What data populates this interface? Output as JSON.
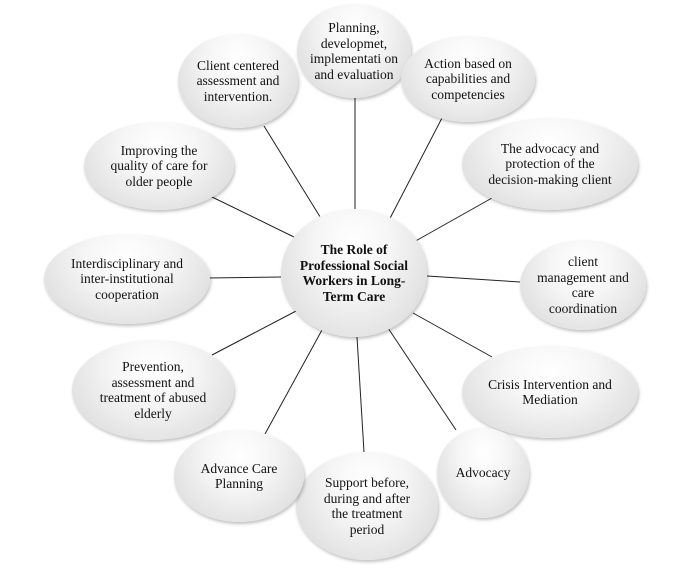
{
  "diagram": {
    "center": {
      "label": "The Role of Professional Social Workers in Long-Term Care"
    },
    "nodes": [
      {
        "label": "Planning, developmet, implementati on and evaluation"
      },
      {
        "label": "Action based on capabilities and competencies"
      },
      {
        "label": "The advocacy and protection of the decision-making client"
      },
      {
        "label": "client management and care coordination"
      },
      {
        "label": "Crisis Intervention and Mediation"
      },
      {
        "label": "Advocacy"
      },
      {
        "label": "Support before, during and after the treatment period"
      },
      {
        "label": "Advance Care Planning"
      },
      {
        "label": "Prevention, assessment and treatment of abused elderly"
      },
      {
        "label": "Interdisciplinary and inter-institutional cooperation"
      },
      {
        "label": "Improving the quality of care for older people"
      },
      {
        "label": "Client centered assessment and intervention."
      }
    ]
  }
}
